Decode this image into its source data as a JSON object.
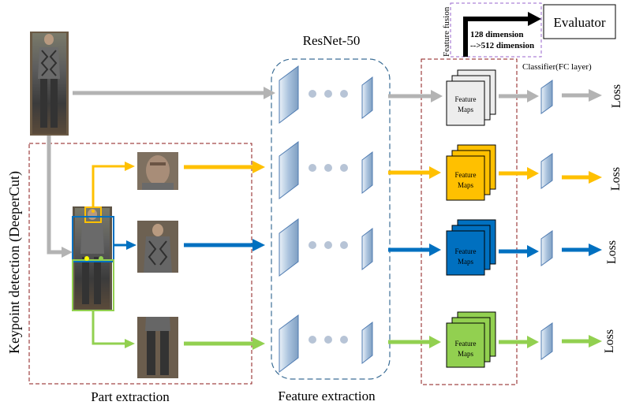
{
  "labels": {
    "resnet": "ResNet-50",
    "evaluator": "Evaluator",
    "feature_fusion": "Feature fusion",
    "dim_line1": "128 dimension",
    "dim_line2": "-->512 dimension",
    "classifier": "Classifier(FC layer)",
    "keypoint_detection": "Keypoint detection (DeeperCut)",
    "part_extraction": "Part extraction",
    "feature_extraction": "Feature extraction",
    "feature_maps_line1": "Feature",
    "feature_maps_line2": "Maps",
    "loss": "Loss"
  },
  "branches": [
    {
      "id": "whole-body",
      "color": "#b3b3b3",
      "map_fill": "#ededed"
    },
    {
      "id": "head",
      "color": "#ffc000",
      "map_fill": "#ffc000"
    },
    {
      "id": "upper-body",
      "color": "#0070c0",
      "map_fill": "#0070c0"
    },
    {
      "id": "lower-body",
      "color": "#92d050",
      "map_fill": "#92d050"
    }
  ],
  "colors": {
    "dashed_red": "#8b1a1a",
    "dashed_blue": "#3c6e96",
    "dashed_purple": "#9966cc",
    "arrow_black": "#000000",
    "layer_fill": "#b8cce4",
    "dots": "#b7c4d6"
  }
}
